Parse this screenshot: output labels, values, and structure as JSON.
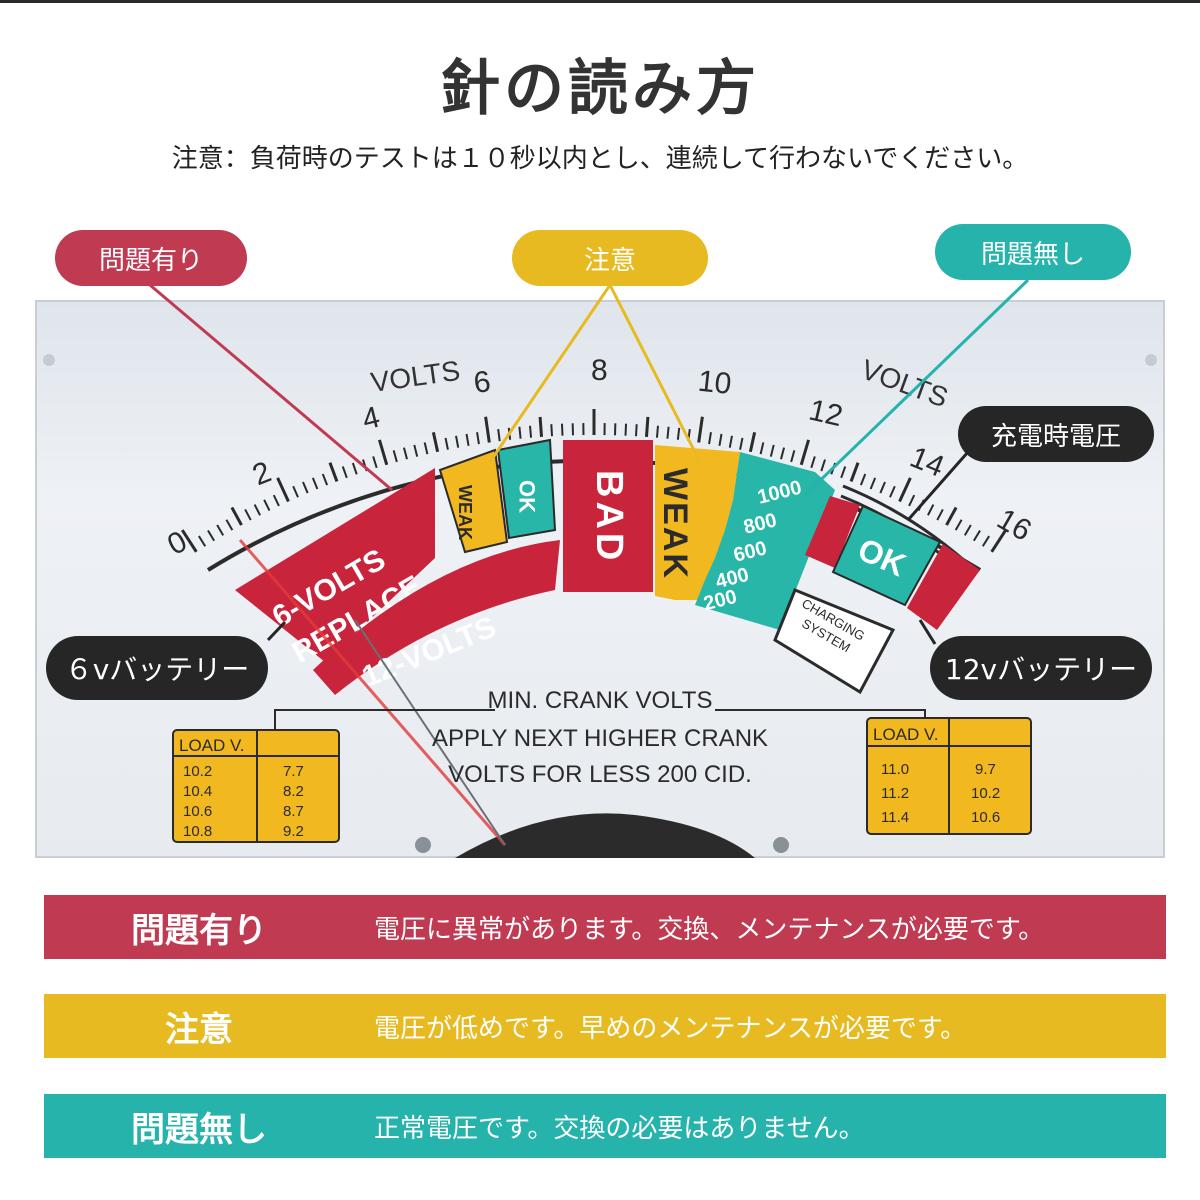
{
  "header": {
    "title": "針の読み方",
    "notice": "注意：負荷時のテストは１０秒以内とし、連続して行わないでください。"
  },
  "callouts": {
    "problem": "問題有り",
    "caution": "注意",
    "ok": "問題無し",
    "charging_voltage": "充電時電圧",
    "battery_6v": "６vバッテリー",
    "battery_12v": "12vバッテリー"
  },
  "meter": {
    "scale_labels": [
      "0",
      "2",
      "4",
      "6",
      "8",
      "10",
      "12",
      "14",
      "16"
    ],
    "volts_left": "VOLTS",
    "volts_right": "VOLTS",
    "six_volts_line1": "6-VOLTS",
    "six_volts_line2": "REPLACE",
    "twelve_volts": "12-VOLTS",
    "weak_small": "WEAK",
    "ok_small": "OK",
    "bad": "BAD",
    "weak_big": "WEAK",
    "cid_values": [
      "1000",
      "800",
      "600",
      "400",
      "200"
    ],
    "ok_big": "OK",
    "charging_line1": "CHARGING",
    "charging_line2": "SYSTEM",
    "min_crank": "MIN. CRANK VOLTS",
    "apply_line1": "APPLY NEXT HIGHER CRANK",
    "apply_line2": "VOLTS FOR LESS 200 CID.",
    "load_header": "LOAD V.",
    "load_left_rows": [
      [
        "10.2",
        "7.7"
      ],
      [
        "10.4",
        "8.2"
      ],
      [
        "10.6",
        "8.7"
      ],
      [
        "10.8",
        "9.2"
      ]
    ],
    "load_right_rows": [
      [
        "11.0",
        "9.7"
      ],
      [
        "11.2",
        "10.2"
      ],
      [
        "11.4",
        "10.6"
      ]
    ]
  },
  "legend": [
    {
      "label": "問題有り",
      "desc": "電圧に異常があります。交換、メンテナンスが必要です。"
    },
    {
      "label": "注意",
      "desc": "電圧が低めです。早めのメンテナンスが必要です。"
    },
    {
      "label": "問題無し",
      "desc": "正常電圧です。交換の必要はありません。"
    }
  ],
  "colors": {
    "red": "#c03a52",
    "yellow": "#e8ba22",
    "teal": "#25b3ab",
    "dark": "#262626",
    "meter_red": "#c8253d",
    "meter_yellow": "#f2b820",
    "meter_teal": "#27b6a8"
  }
}
